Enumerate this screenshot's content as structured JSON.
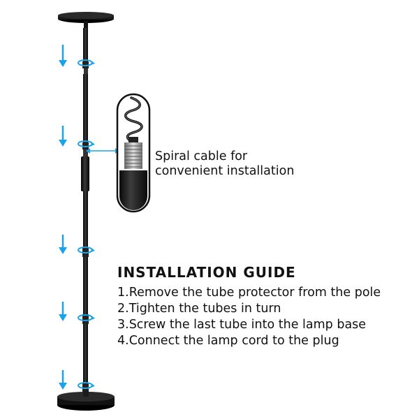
{
  "callout": {
    "line1": "Spiral cable for",
    "line2": "convenient installation"
  },
  "guide": {
    "title": "INSTALLATION GUIDE",
    "steps": [
      "1.Remove the tube protector from the pole",
      "2.Tighten the tubes in turn",
      "3.Screw the last tube into the lamp base",
      "4.Connect the lamp cord to the plug"
    ]
  },
  "colors": {
    "accent": "#1aa3e8",
    "lamp": "#1a1a1a",
    "text": "#111111"
  },
  "icons": [
    "down-arrow-icon",
    "rotation-arrow-icon",
    "spiral-cable-icon",
    "lamp-head-icon",
    "lamp-base-icon"
  ]
}
